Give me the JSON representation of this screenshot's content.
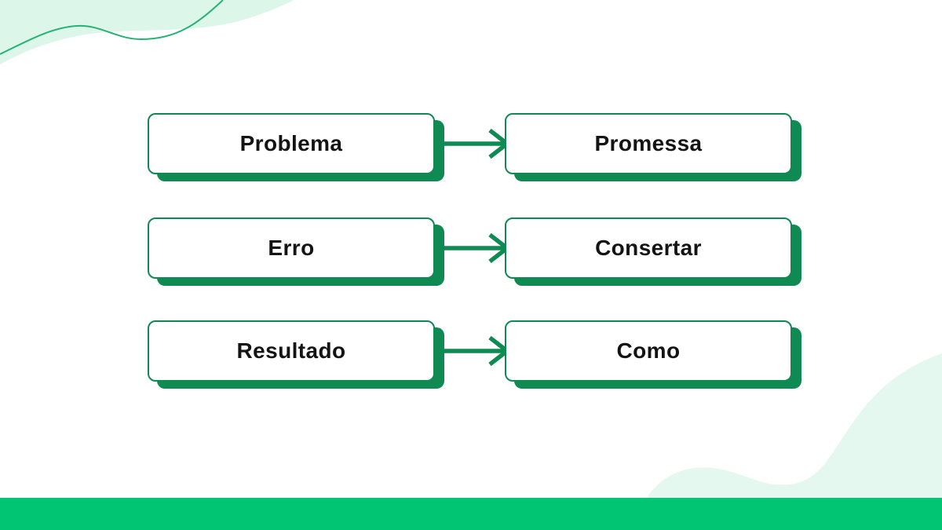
{
  "slide": {
    "title": "Problema-Promessa flow diagram",
    "rows": [
      {
        "left_label": "Problema",
        "right_label": "Promessa"
      },
      {
        "left_label": "Erro",
        "right_label": "Consertar"
      },
      {
        "left_label": "Resultado",
        "right_label": "Como"
      }
    ],
    "icons": {
      "arrow": "arrow-right-icon"
    },
    "colors": {
      "accent_dark_green": "#0E8A52",
      "bottom_bar_green": "#02C573",
      "mint_blob_top_left": "#DCF6E9",
      "mint_blob_bottom_right": "#E4F8EF",
      "curve_line_green": "#27B273",
      "text": "#141414",
      "background": "#FFFFFF"
    }
  }
}
